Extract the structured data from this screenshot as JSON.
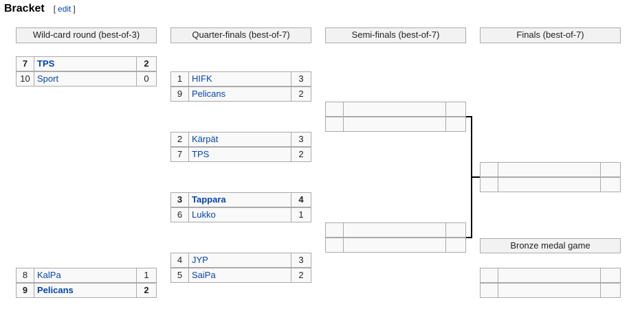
{
  "page": {
    "title": "Bracket",
    "edit_label": "edit",
    "edit_open": "[",
    "edit_close": "]"
  },
  "rounds": [
    {
      "label": "Wild-card round (best-of-3)"
    },
    {
      "label": "Quarter-finals (best-of-7)"
    },
    {
      "label": "Semi-finals (best-of-7)"
    },
    {
      "label": "Finals (best-of-7)"
    }
  ],
  "wildcard": [
    {
      "rows": [
        {
          "seed": "7",
          "team": "TPS",
          "score": "2",
          "winner": true
        },
        {
          "seed": "10",
          "team": "Sport",
          "score": "0",
          "winner": false
        }
      ]
    },
    {
      "rows": [
        {
          "seed": "8",
          "team": "KalPa",
          "score": "1",
          "winner": false
        },
        {
          "seed": "9",
          "team": "Pelicans",
          "score": "2",
          "winner": true
        }
      ]
    }
  ],
  "quarterfinals": [
    {
      "rows": [
        {
          "seed": "1",
          "team": "HIFK",
          "score": "3",
          "winner": false
        },
        {
          "seed": "9",
          "team": "Pelicans",
          "score": "2",
          "winner": false
        }
      ]
    },
    {
      "rows": [
        {
          "seed": "2",
          "team": "Kärpät",
          "score": "3",
          "winner": false
        },
        {
          "seed": "7",
          "team": "TPS",
          "score": "2",
          "winner": false
        }
      ]
    },
    {
      "rows": [
        {
          "seed": "3",
          "team": "Tappara",
          "score": "4",
          "winner": true
        },
        {
          "seed": "6",
          "team": "Lukko",
          "score": "1",
          "winner": false
        }
      ]
    },
    {
      "rows": [
        {
          "seed": "4",
          "team": "JYP",
          "score": "3",
          "winner": false
        },
        {
          "seed": "5",
          "team": "SaiPa",
          "score": "2",
          "winner": false
        }
      ]
    }
  ],
  "semifinals": [
    {
      "rows": [
        {
          "seed": "",
          "team": "",
          "score": ""
        },
        {
          "seed": "",
          "team": "",
          "score": ""
        }
      ]
    },
    {
      "rows": [
        {
          "seed": "",
          "team": "",
          "score": ""
        },
        {
          "seed": "",
          "team": "",
          "score": ""
        }
      ]
    }
  ],
  "finals": {
    "rows": [
      {
        "seed": "",
        "team": "",
        "score": ""
      },
      {
        "seed": "",
        "team": "",
        "score": ""
      }
    ]
  },
  "bronze": {
    "label": "Bronze medal game",
    "rows": [
      {
        "seed": "",
        "team": "",
        "score": ""
      },
      {
        "seed": "",
        "team": "",
        "score": ""
      }
    ]
  },
  "colors": {
    "link": "#0645ad",
    "cell_bg": "#f9f9f9",
    "header_bg": "#f2f2f2",
    "border": "#aaaaaa",
    "connector": "#000000"
  }
}
